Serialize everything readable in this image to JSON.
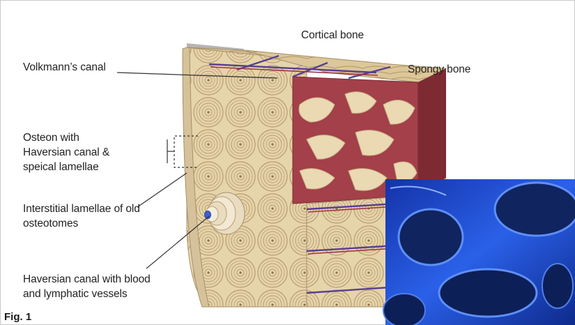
{
  "labels": {
    "cortical_bone": "Cortical bone",
    "spongy_bone": "Spongy bone",
    "volkmann": "Volkmann’s canal",
    "osteon_l1": "Osteon with",
    "osteon_l2": "Haversian canal &",
    "osteon_l3": "speical lamellae",
    "interstitial_l1": "Interstitial lamellae of old",
    "interstitial_l2": "osteotomes",
    "haversian_l1": "Haversian canal with blood",
    "haversian_l2": "and lymphatic vessels"
  },
  "caption": "Fig. 1",
  "colors": {
    "bone_cream": "#e8d7b0",
    "lamella_line": "#b99f72",
    "marrow_red": "#9b3a44",
    "vessel_purple": "#5a3f8e",
    "micro_blue": "#1a3fd0"
  }
}
